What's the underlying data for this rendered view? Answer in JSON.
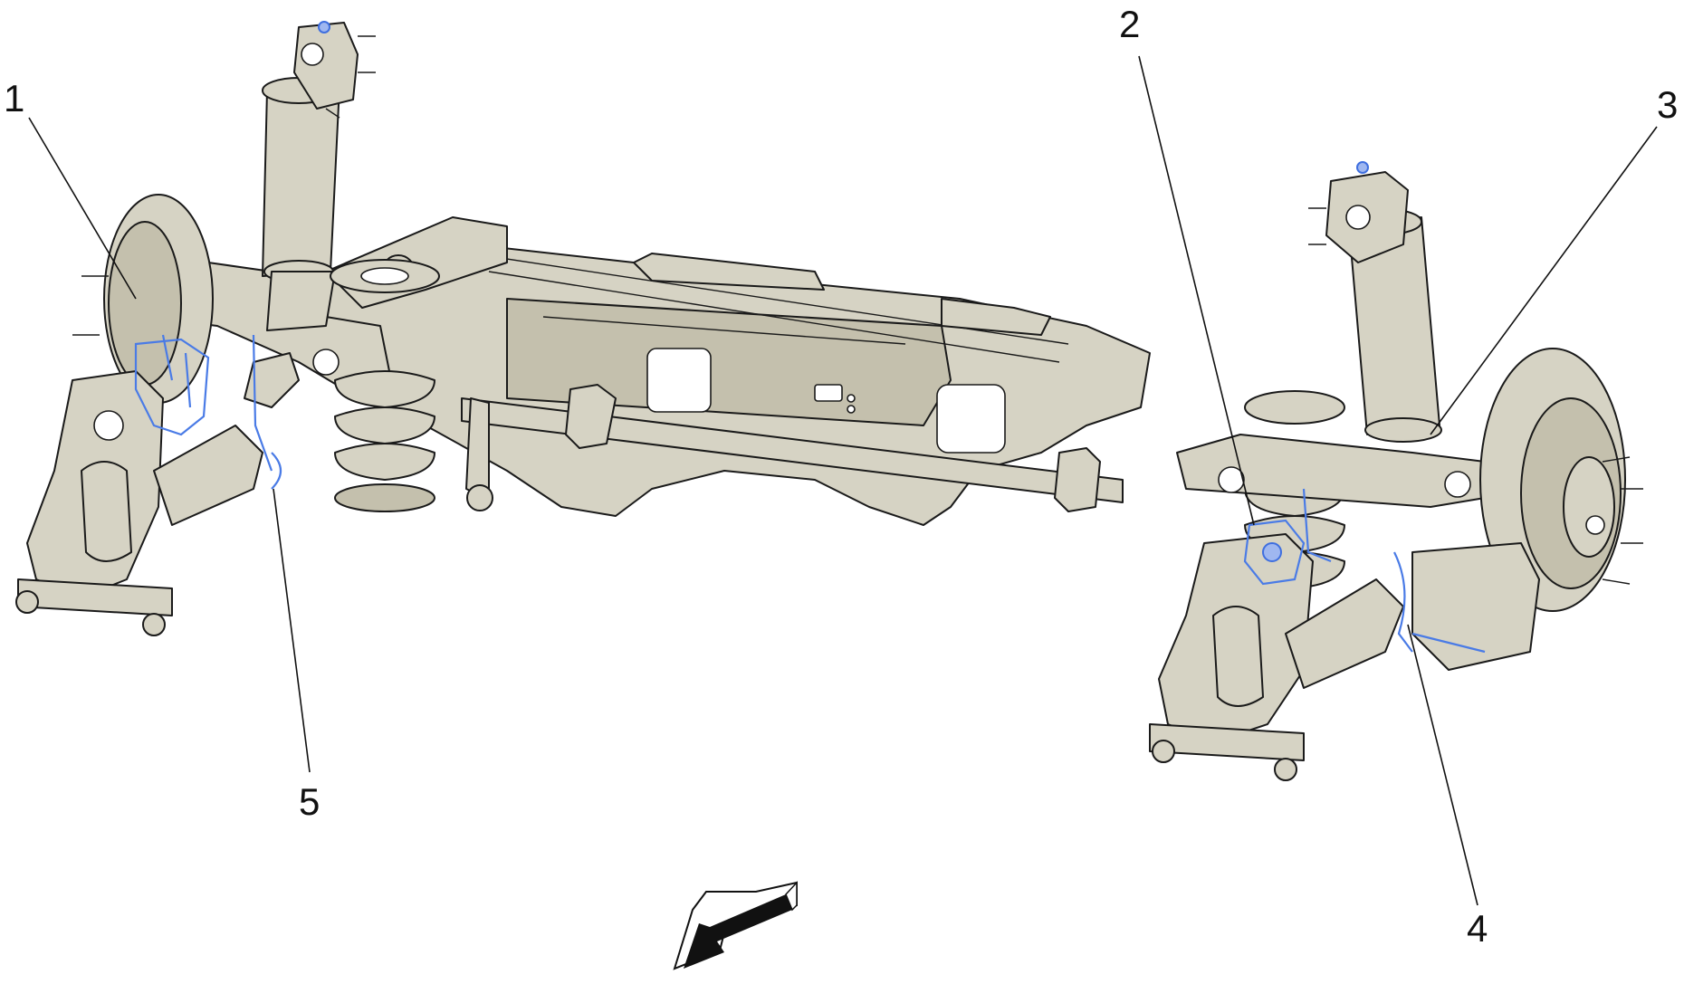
{
  "callouts": [
    {
      "id": "1",
      "text": "1"
    },
    {
      "id": "2",
      "text": "2"
    },
    {
      "id": "3",
      "text": "3"
    },
    {
      "id": "4",
      "text": "4"
    },
    {
      "id": "5",
      "text": "5"
    }
  ],
  "colors": {
    "part_fill": "#d6d3c4",
    "outline": "#1a1a1a",
    "highlight": "#4a7be6",
    "background": "#ffffff"
  },
  "icons": [
    "direction-arrow-icon"
  ]
}
